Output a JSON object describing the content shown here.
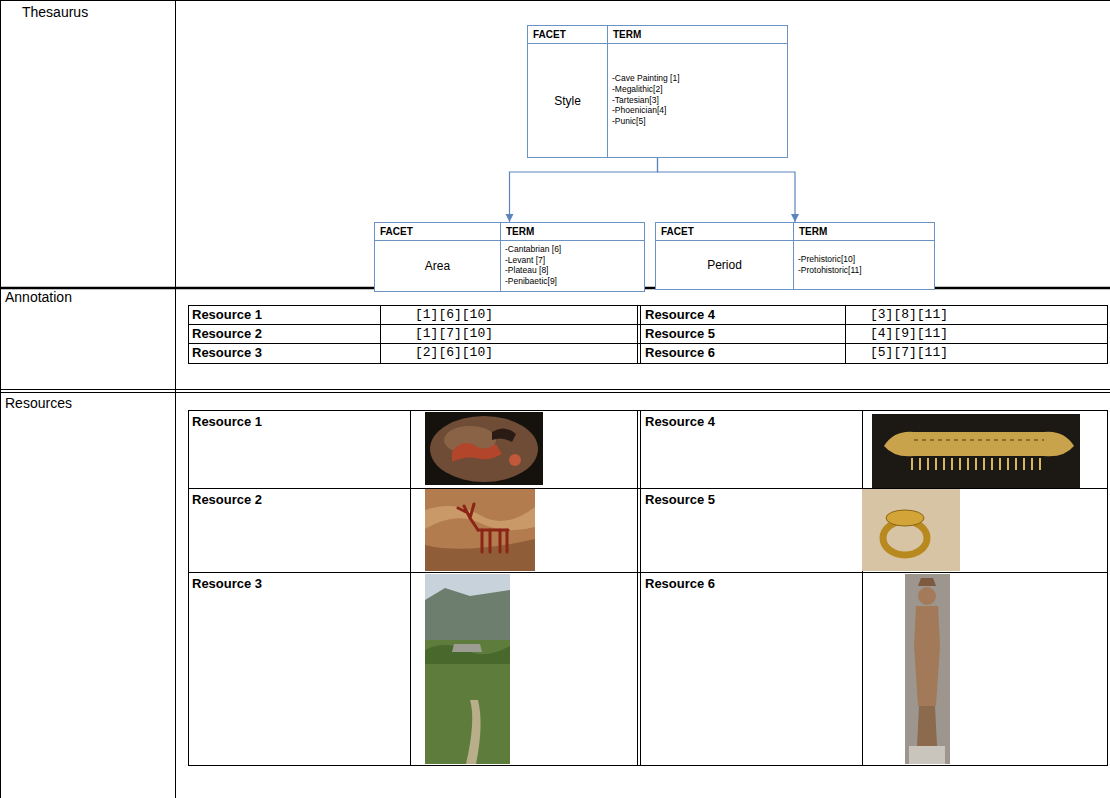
{
  "diagram": {
    "nodes": [
      {
        "text": [
          "FACET",
          "TERM",
          "Style",
          "-Cave Painting [1]",
          "-Megalithic[2]",
          "-Tartesian[3]",
          "-Phoenician[4]",
          "-Punic[5]"
        ]
      },
      {
        "text": [
          "FACET",
          "TERM",
          "Area",
          "-Cantabrian [6]",
          "-Levant [7]",
          "-Plateau [8]",
          "-Penibaetic[9]"
        ]
      },
      {
        "text": [
          "FACET",
          "TERM",
          "Period",
          "-Prehistoric[10]",
          "-Protohistoric[11]"
        ]
      }
    ],
    "edges": [
      {
        "from": 0,
        "to": 1,
        "arrow": "to"
      },
      {
        "from": 0,
        "to": 2,
        "arrow": "to"
      }
    ],
    "labels": [
      "Thesaurus",
      "Annotation",
      "Resource 1",
      "[1][6][10]",
      "Resource 4",
      "[3][8][11]",
      "Resource 2",
      "[1][7][10]",
      "Resource 5",
      "[4][9][11]",
      "Resource 3",
      "[2][6][10]",
      "Resource 6",
      "[5][7][11]",
      "Resources",
      "Resource 1",
      "Resource 4",
      "Resource 2",
      "Resource 5",
      "Resource 3",
      "Resource 6"
    ]
  }
}
